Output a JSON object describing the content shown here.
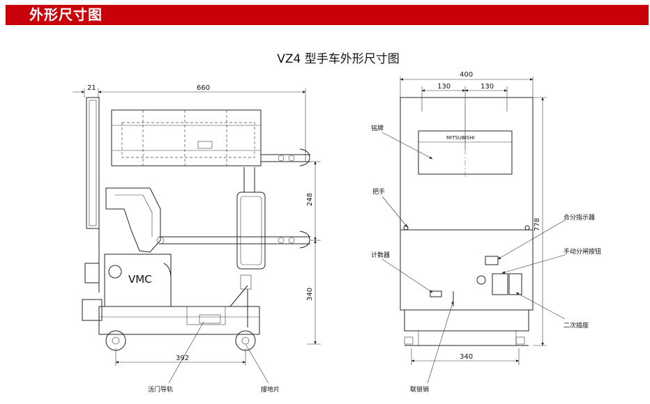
{
  "header": {
    "title": "外形尺寸图"
  },
  "drawing_title": "VZ4 型手车外形尺寸图",
  "side_view": {
    "dims": {
      "top_small": "21",
      "top_width": "660",
      "upper_height": "248",
      "lower_height": "340",
      "bottom_width": "392"
    },
    "brand": "VMC",
    "labels": {
      "rail": "活门导轨",
      "ground": "接地片"
    }
  },
  "front_view": {
    "dims": {
      "top_width": "400",
      "left_spacing": "130",
      "right_spacing": "130",
      "height": "778",
      "bottom_width": "340"
    },
    "nameplate_brand": "MITSUBISHI",
    "labels": {
      "nameplate": "铭牌",
      "handle": "把手",
      "counter": "计数器",
      "indicator": "合分指示器",
      "manual_button": "手动分闸按钮",
      "secondary_socket": "二次插座",
      "interlock_pin": "联锁销"
    }
  }
}
